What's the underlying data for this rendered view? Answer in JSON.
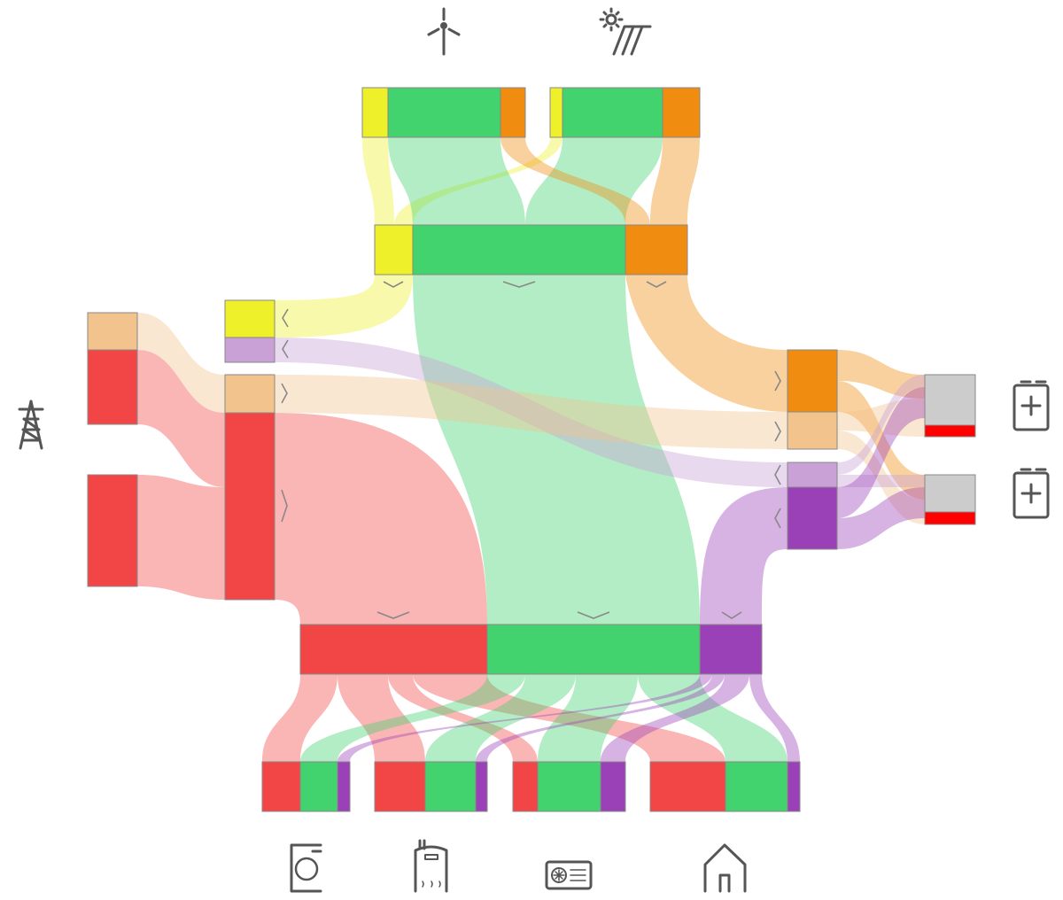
{
  "diagram": {
    "type": "energy-flow-sankey",
    "colors": {
      "solar_self": "#eef02a",
      "renewable": "#42d36f",
      "pv_to_battery": "#f08c10",
      "grid": "#f24646",
      "grid_to_battery": "#f2c38c",
      "battery_discharge": "#9b41b8",
      "battery_to_grid": "#c9a1d6",
      "battery_empty": "#cccccc",
      "battery_level": "#ff0000"
    },
    "icons": {
      "sources": [
        "wind-turbine-icon",
        "solar-panel-icon"
      ],
      "grid": "power-pylon-icon",
      "storage": [
        "battery-icon",
        "battery-icon"
      ],
      "consumers": [
        "washing-machine-icon",
        "water-heater-icon",
        "heat-pump-icon",
        "house-icon"
      ]
    },
    "battery_levels": [
      0.2,
      0.25
    ]
  }
}
